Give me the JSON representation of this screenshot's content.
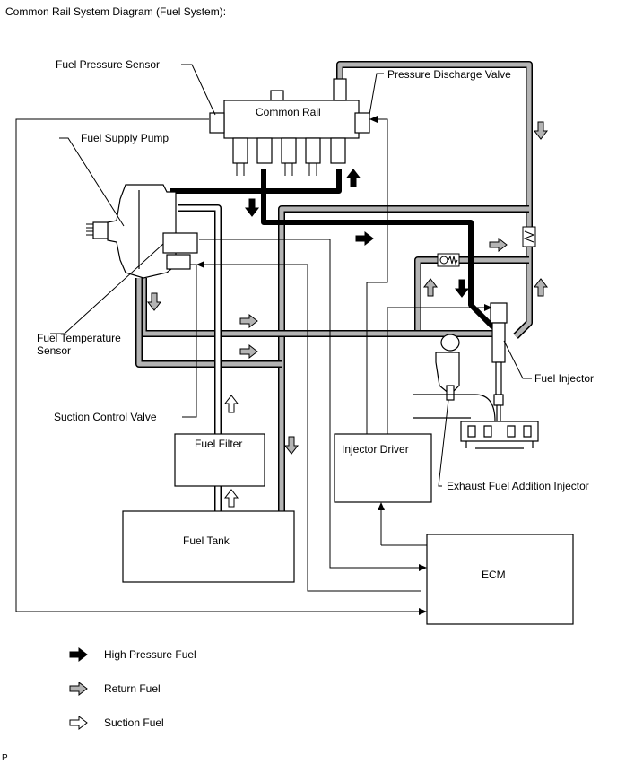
{
  "title": "Common Rail System Diagram (Fuel System):",
  "footer_mark": "P",
  "components": {
    "common_rail": "Common Rail",
    "fuel_filter": "Fuel Filter",
    "fuel_tank": "Fuel Tank",
    "injector_driver": "Injector Driver",
    "ecm": "ECM"
  },
  "callouts": {
    "fuel_pressure_sensor": "Fuel Pressure Sensor",
    "pressure_discharge_valve": "Pressure Discharge Valve",
    "fuel_supply_pump": "Fuel Supply Pump",
    "fuel_temperature_sensor_line1": "Fuel Temperature",
    "fuel_temperature_sensor_line2": "Sensor",
    "suction_control_valve": "Suction Control Valve",
    "fuel_injector": "Fuel Injector",
    "exhaust_fuel_addition_injector": "Exhaust Fuel Addition Injector"
  },
  "legend": [
    {
      "label": "High Pressure Fuel",
      "style": "black-arrow"
    },
    {
      "label": "Return Fuel",
      "style": "gray-arrow"
    },
    {
      "label": "Suction Fuel",
      "style": "white-arrow"
    }
  ],
  "colors": {
    "high_pressure": "#000000",
    "return_fuel": "#b4b4b4",
    "suction_fuel": "#ffffff",
    "outline": "#000000"
  }
}
